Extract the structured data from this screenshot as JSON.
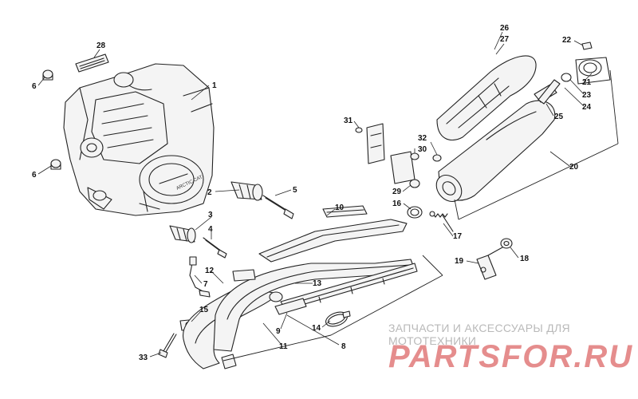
{
  "diagram": {
    "callouts": [
      "1",
      "2",
      "3",
      "4",
      "5",
      "6",
      "6",
      "7",
      "8",
      "9",
      "10",
      "11",
      "12",
      "13",
      "14",
      "15",
      "16",
      "17",
      "18",
      "19",
      "20",
      "21",
      "22",
      "23",
      "24",
      "25",
      "26",
      "27",
      "28",
      "29",
      "30",
      "31",
      "32",
      "33"
    ]
  },
  "watermark": {
    "tagline": "ЗАПЧАСТИ И АКСЕССУАРЫ ДЛЯ МОТОТЕХНИКИ",
    "logo_text": "PARTSFOR.RU",
    "logo_color": "#d03030",
    "engine_badge": "ARCTIC CAT"
  },
  "colors": {
    "line": "#222222",
    "background": "#ffffff",
    "watermark_grey": "#b9b9b9"
  }
}
